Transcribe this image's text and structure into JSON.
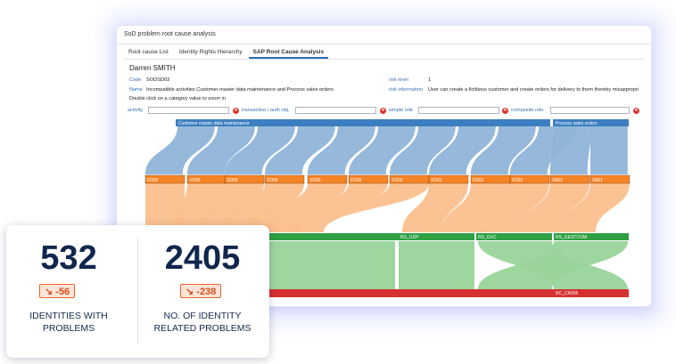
{
  "window": {
    "title": "SoD problem root cause analysis",
    "tabs": [
      "Root cause List",
      "Identity Rights Hierarchy",
      "SAP Root Cause Analysis"
    ],
    "active_tab": 2
  },
  "detail": {
    "name": "Darren SMITH",
    "code_label": "Code",
    "code": "SODSD03",
    "name_label": "Name",
    "name_value": "Incompatible activities Customer master data maintenance and Process sales orders",
    "risk_level_label": "risk level",
    "risk_level": "1",
    "risk_info_label": "risk information",
    "risk_info": "User can create a fictitious customer and create orders for delivery to them thereby misappropri",
    "hint": "Double click on a category value to zoom in"
  },
  "filters": [
    {
      "label": "activity",
      "value": ""
    },
    {
      "label": "transaction / auth obj.",
      "value": ""
    },
    {
      "label": "simple role",
      "value": ""
    },
    {
      "label": "composite role",
      "value": ""
    }
  ],
  "chart_data": {
    "type": "sankey",
    "levels": [
      {
        "name": "activity",
        "nodes": [
          "Customer master data maintenance",
          "Process sales orders"
        ]
      },
      {
        "name": "transaction",
        "nodes": [
          "FD05",
          "VD05",
          "XD05",
          "VD06",
          "XD06",
          "FD06",
          "XD02",
          "XD01",
          "FD02",
          "FD01",
          "VA02",
          "VA01"
        ]
      },
      {
        "name": "simple role",
        "nodes": [
          "RS_GDP",
          "RS_GVC",
          "RS_GESTCOM"
        ]
      },
      {
        "name": "composite role",
        "nodes": [
          "RC_CA555"
        ]
      }
    ],
    "colors": {
      "activity_node": "#3b7fc0",
      "activity_flow": "#8fb4d9",
      "transaction_node": "#f58426",
      "transaction_flow": "#fbc08e",
      "simple_role_node": "#2ea043",
      "simple_role_flow": "#99d49a",
      "composite_node": "#d62f2f"
    }
  },
  "kpis": [
    {
      "value": "532",
      "delta": "-56",
      "label_line1": "IDENTITIES WITH",
      "label_line2": "PROBLEMS"
    },
    {
      "value": "2405",
      "delta": "-238",
      "label_line1": "NO. OF IDENTITY",
      "label_line2": "RELATED PROBLEMS"
    }
  ]
}
